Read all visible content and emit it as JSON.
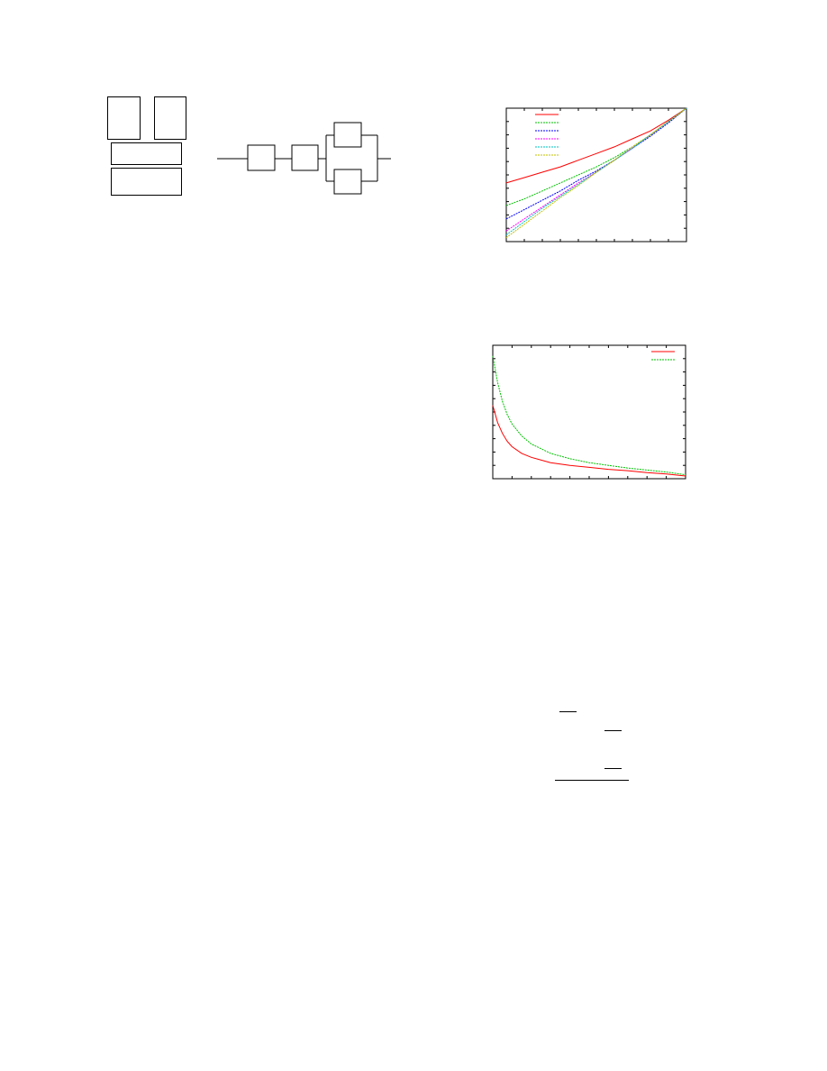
{
  "colors": {
    "stroke": "#000000",
    "series": [
      "#ff0000",
      "#00c000",
      "#0000ff",
      "#ff00ff",
      "#00c0c0",
      "#c0c000"
    ]
  },
  "chart_data": [
    {
      "type": "line",
      "xlim": [
        0,
        1
      ],
      "ylim": [
        0,
        1
      ],
      "grid": false,
      "legend": "top-left",
      "series": [
        {
          "x": [
            0,
            0.1,
            0.2,
            0.3,
            0.4,
            0.5,
            0.6,
            0.7,
            0.8,
            0.9,
            1.0
          ],
          "y": [
            0.44,
            0.48,
            0.52,
            0.56,
            0.61,
            0.66,
            0.71,
            0.77,
            0.83,
            0.91,
            1.0
          ]
        },
        {
          "x": [
            0,
            0.1,
            0.2,
            0.3,
            0.4,
            0.5,
            0.6,
            0.7,
            0.8,
            0.9,
            1.0
          ],
          "y": [
            0.27,
            0.32,
            0.38,
            0.44,
            0.5,
            0.56,
            0.63,
            0.71,
            0.8,
            0.9,
            1.0
          ]
        },
        {
          "x": [
            0,
            0.1,
            0.2,
            0.3,
            0.4,
            0.5,
            0.6,
            0.7,
            0.8,
            0.9,
            1.0
          ],
          "y": [
            0.17,
            0.24,
            0.31,
            0.38,
            0.46,
            0.53,
            0.61,
            0.7,
            0.79,
            0.89,
            1.0
          ]
        },
        {
          "x": [
            0,
            0.1,
            0.2,
            0.3,
            0.4,
            0.5,
            0.6,
            0.7,
            0.8,
            0.9,
            1.0
          ],
          "y": [
            0.08,
            0.17,
            0.26,
            0.35,
            0.44,
            0.52,
            0.61,
            0.7,
            0.8,
            0.9,
            1.0
          ]
        },
        {
          "x": [
            0,
            0.1,
            0.2,
            0.3,
            0.4,
            0.5,
            0.6,
            0.7,
            0.8,
            0.9,
            1.0
          ],
          "y": [
            0.05,
            0.15,
            0.25,
            0.34,
            0.43,
            0.52,
            0.61,
            0.7,
            0.8,
            0.9,
            1.0
          ]
        },
        {
          "x": [
            0,
            0.1,
            0.2,
            0.3,
            0.4,
            0.5,
            0.6,
            0.7,
            0.8,
            0.9,
            1.0
          ],
          "y": [
            0.03,
            0.13,
            0.23,
            0.33,
            0.42,
            0.52,
            0.61,
            0.71,
            0.8,
            0.9,
            1.0
          ]
        }
      ]
    },
    {
      "type": "line",
      "xlim": [
        0,
        1
      ],
      "ylim": [
        0,
        1
      ],
      "grid": false,
      "legend": "top-right",
      "series": [
        {
          "x": [
            0,
            0.025,
            0.05,
            0.075,
            0.1,
            0.15,
            0.2,
            0.3,
            0.4,
            0.5,
            0.6,
            0.7,
            0.8,
            0.9,
            1.0
          ],
          "y": [
            0.55,
            0.42,
            0.34,
            0.28,
            0.24,
            0.19,
            0.16,
            0.12,
            0.1,
            0.085,
            0.07,
            0.06,
            0.045,
            0.035,
            0.02
          ]
        },
        {
          "x": [
            0,
            0.025,
            0.05,
            0.075,
            0.1,
            0.15,
            0.2,
            0.3,
            0.4,
            0.5,
            0.6,
            0.7,
            0.8,
            0.9,
            1.0
          ],
          "y": [
            0.92,
            0.72,
            0.58,
            0.48,
            0.41,
            0.32,
            0.26,
            0.19,
            0.15,
            0.12,
            0.1,
            0.08,
            0.065,
            0.05,
            0.03
          ]
        }
      ]
    }
  ]
}
